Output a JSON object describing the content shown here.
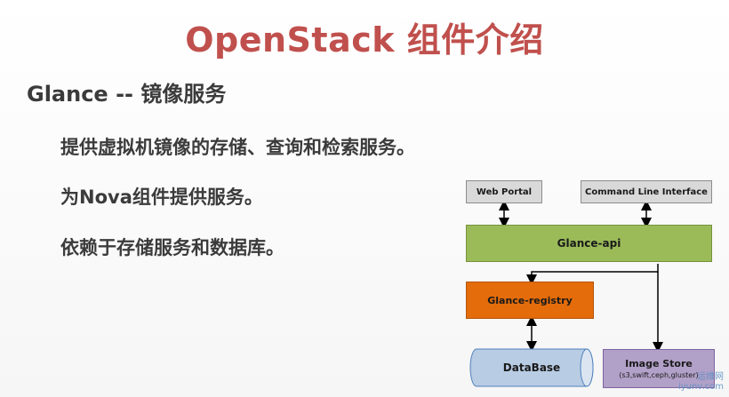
{
  "slide": {
    "title": "OpenStack 组件介绍",
    "heading": "Glance -- 镜像服务",
    "bullets": [
      "提供虚拟机镜像的存储、查询和检索服务。",
      "为Nova组件提供服务。",
      "依赖于存储服务和数据库。"
    ]
  },
  "diagram": {
    "web_portal": "Web Portal",
    "cli": "Command Line Interface",
    "glance_api": "Glance-api",
    "glance_registry": "Glance-registry",
    "database": "DataBase",
    "image_store": "Image Store",
    "image_store_sub": "(s3,swift,ceph,gluster)"
  },
  "watermark": {
    "text": "运维网",
    "site": "iyunv.com"
  },
  "colors": {
    "title": "#c0504d",
    "api": "#9bbb59",
    "registry": "#e46c0a",
    "database": "#b8cce4",
    "store": "#b1a0c7",
    "client": "#d9d9d9"
  }
}
